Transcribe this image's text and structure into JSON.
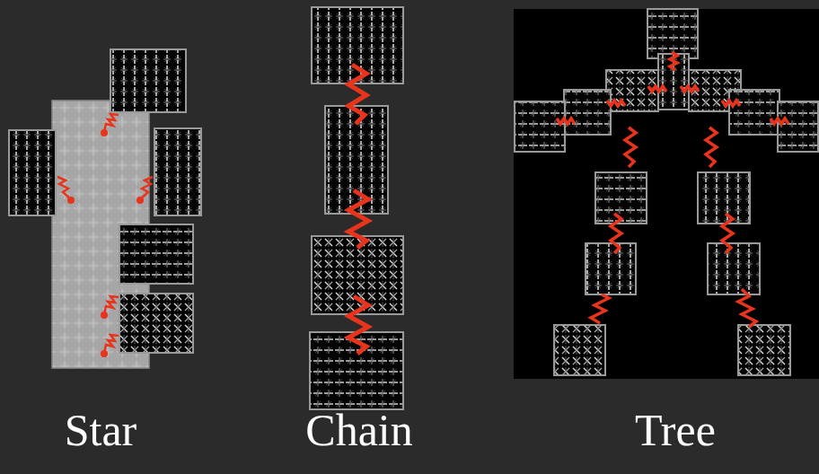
{
  "diagram": {
    "labels": [
      "Star",
      "Chain",
      "Tree"
    ]
  }
}
